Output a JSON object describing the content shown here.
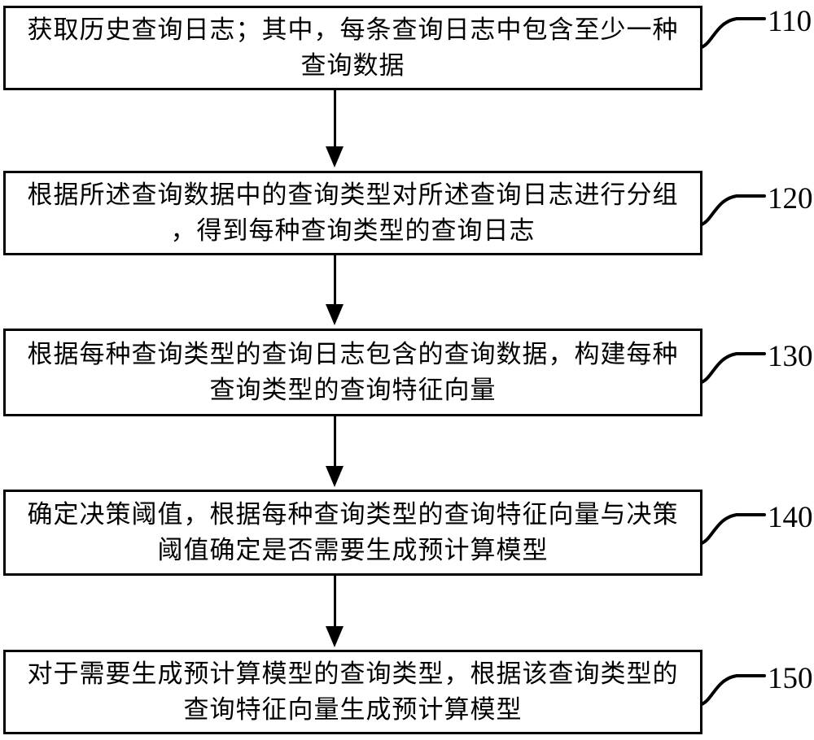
{
  "figure": {
    "type": "flowchart",
    "steps": [
      {
        "ref": "110",
        "lines": [
          "获取历史查询日志；其中，每条查询日志中包含至少一种",
          "查询数据"
        ]
      },
      {
        "ref": "120",
        "lines": [
          "根据所述查询数据中的查询类型对所述查询日志进行分组",
          "，得到每种查询类型的查询日志"
        ]
      },
      {
        "ref": "130",
        "lines": [
          "根据每种查询类型的查询日志包含的查询数据，构建每种",
          "查询类型的查询特征向量"
        ]
      },
      {
        "ref": "140",
        "lines": [
          "确定决策阈值，根据每种查询类型的查询特征向量与决策",
          "阈值确定是否需要生成预计算模型"
        ]
      },
      {
        "ref": "150",
        "lines": [
          "对于需要生成预计算模型的查询类型，根据该查询类型的",
          "查询特征向量生成预计算模型"
        ]
      }
    ],
    "colors": {
      "line": "#000000",
      "background": "#ffffff"
    }
  }
}
